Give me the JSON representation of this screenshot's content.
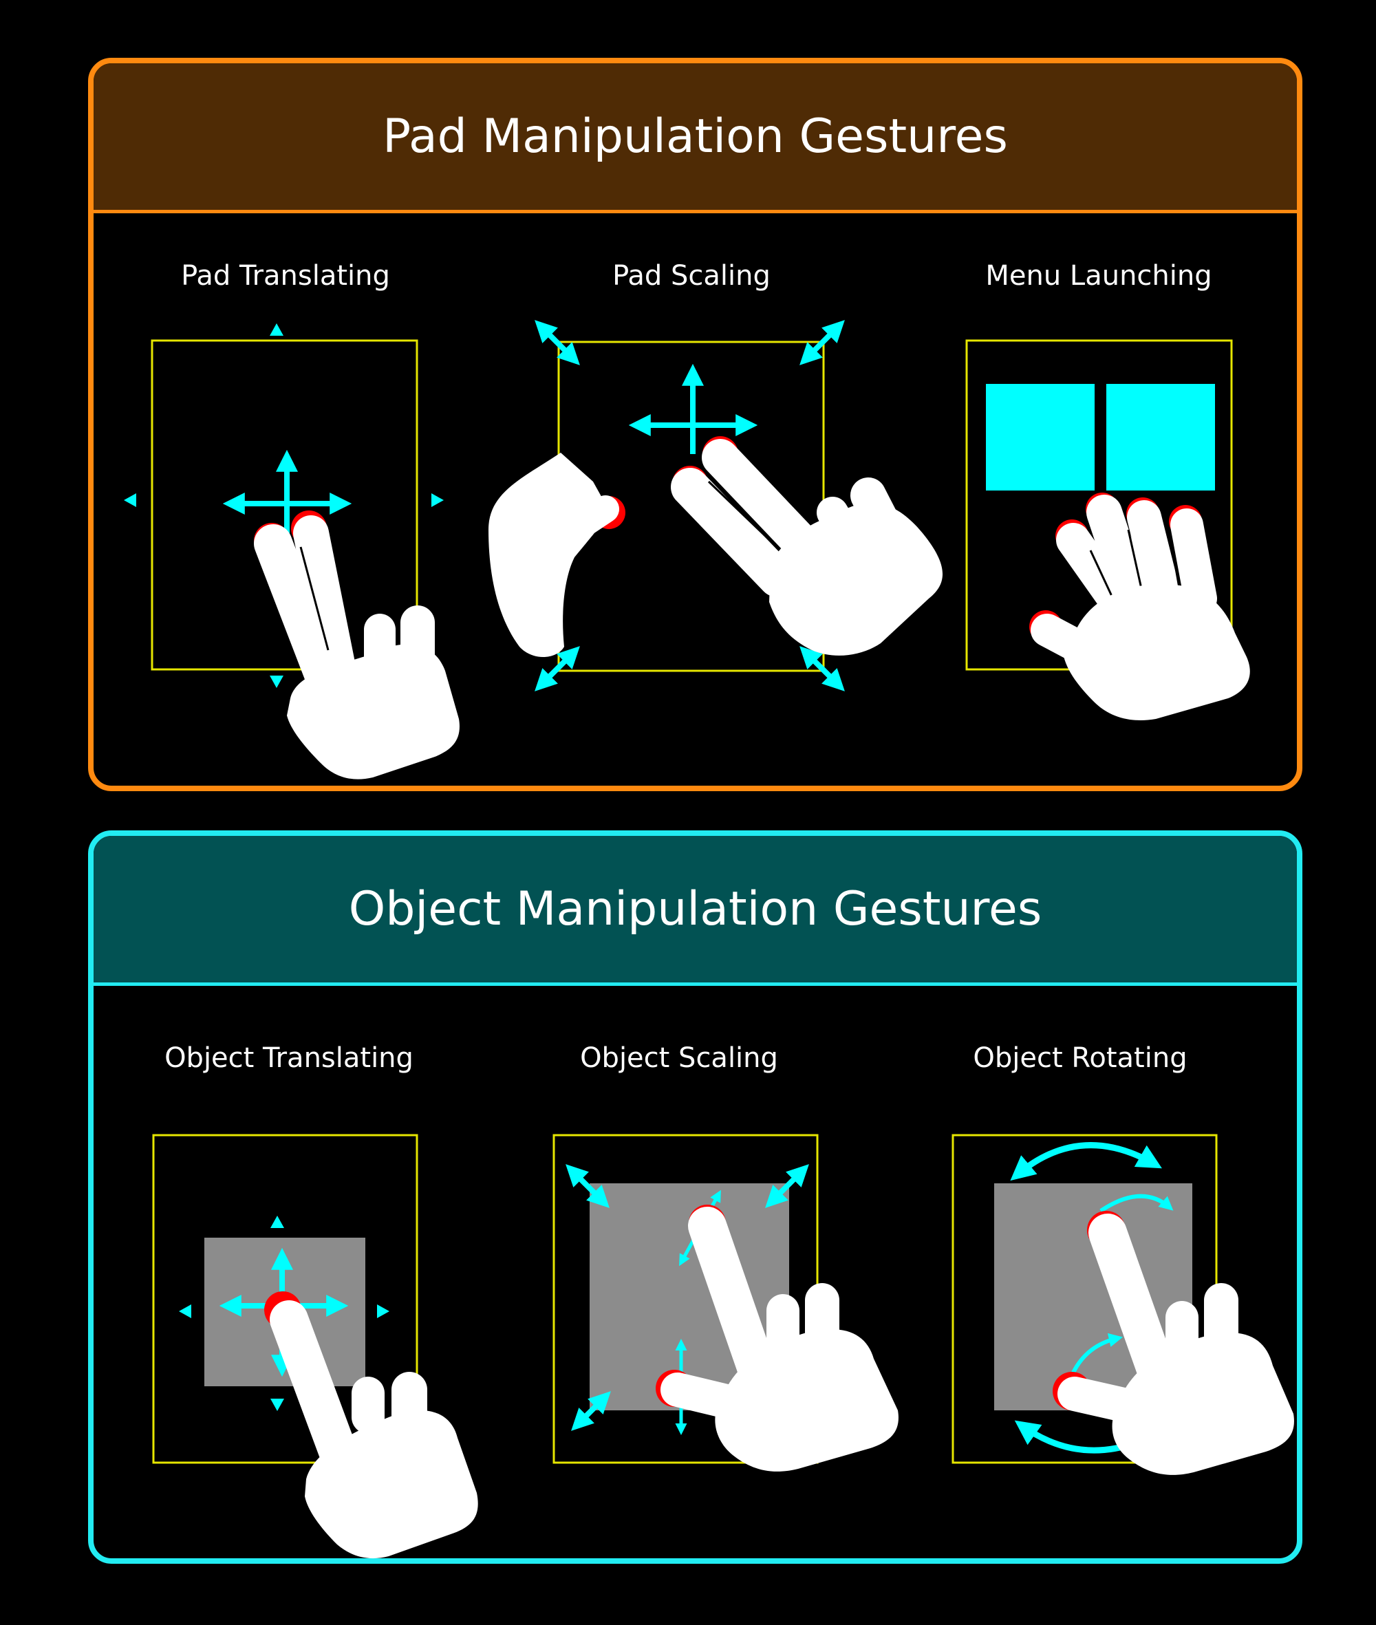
{
  "pad_section": {
    "title": "Pad Manipulation Gestures",
    "gestures": [
      {
        "label": "Pad Translating"
      },
      {
        "label": "Pad Scaling"
      },
      {
        "label": "Menu Launching"
      }
    ]
  },
  "object_section": {
    "title": "Object Manipulation Gestures",
    "gestures": [
      {
        "label": "Object Translating"
      },
      {
        "label": "Object Scaling"
      },
      {
        "label": "Object Rotating"
      }
    ]
  },
  "colors": {
    "pad_border": "#ff8a10",
    "pad_header": "#4f2b05",
    "object_border": "#22ecf2",
    "object_header": "#025253",
    "frame": "#e6e600",
    "arrow": "#00ffff",
    "touch_point": "#ff0000",
    "object": "#8c8c8c",
    "hand": "#ffffff"
  }
}
